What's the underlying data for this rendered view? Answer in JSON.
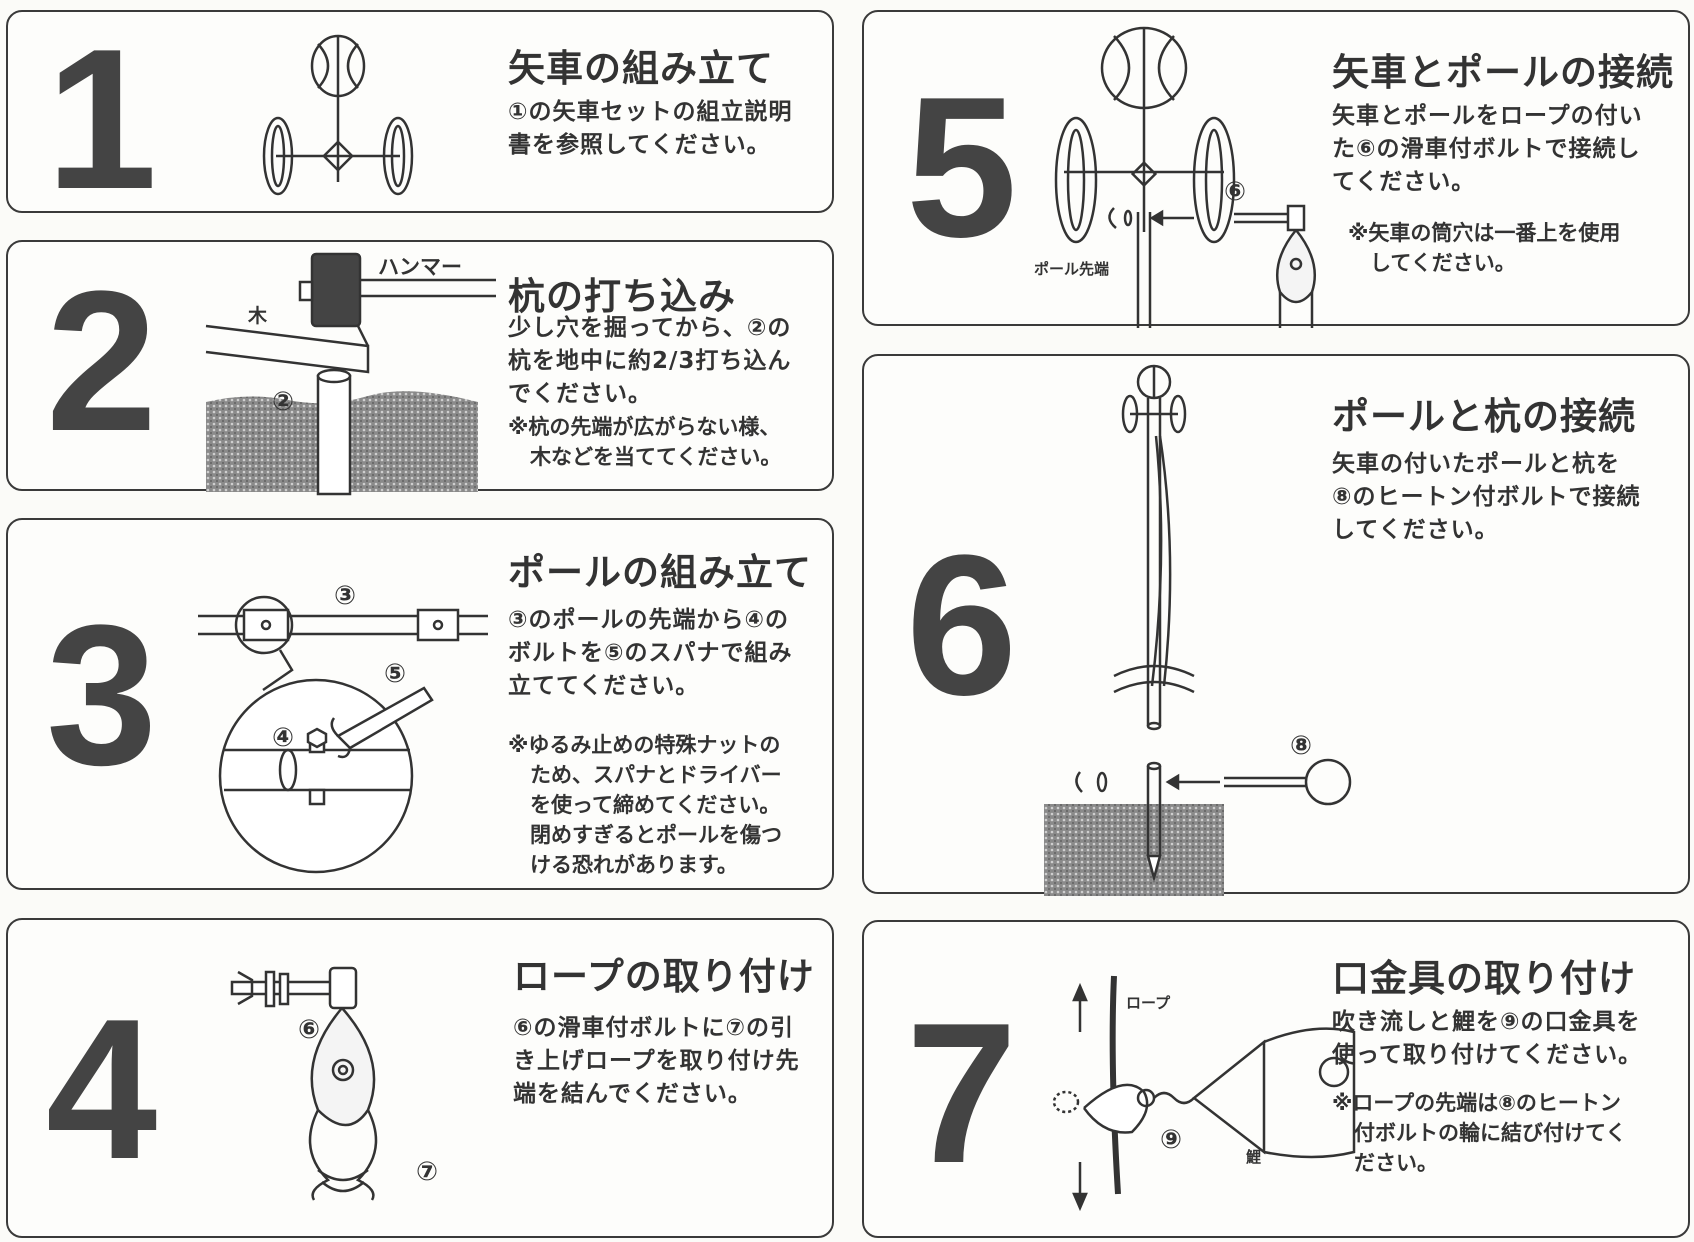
{
  "panels": [
    {
      "number": "1",
      "title": "矢車の組み立て",
      "body": [
        "①の矢車セットの組立説明",
        "書を参照してください。"
      ]
    },
    {
      "number": "2",
      "title": "杭の打ち込み",
      "body": [
        "少し穴を掘ってから、②の",
        "杭を地中に約2/3打ち込ん",
        "でください。"
      ],
      "note": [
        "※杭の先端が広がらない様、",
        "木などを当ててください。"
      ],
      "labels": {
        "hammer": "ハンマー",
        "wood": "木",
        "circle": "②"
      }
    },
    {
      "number": "3",
      "title": "ポールの組み立て",
      "body": [
        "③のポールの先端から④の",
        "ボルトを⑤のスパナで組み",
        "立ててください。"
      ],
      "note": [
        "※ゆるみ止めの特殊ナットの",
        "ため、スパナとドライバー",
        "を使って締めてください。",
        "閉めすぎるとポールを傷つ",
        "ける恐れがあります。"
      ],
      "labels": {
        "c3": "③",
        "c4": "④",
        "c5": "⑤"
      }
    },
    {
      "number": "4",
      "title": "ロープの取り付け",
      "body": [
        "⑥の滑車付ボルトに⑦の引",
        "き上げロープを取り付け先",
        "端を結んでください。"
      ],
      "labels": {
        "c6": "⑥",
        "c7": "⑦"
      }
    },
    {
      "number": "5",
      "title": "矢車とポールの接続",
      "body": [
        "矢車とポールをロープの付い",
        "た⑥の滑車付ボルトで接続し",
        "てください。"
      ],
      "note": [
        "※矢車の筒穴は一番上を使用",
        "してください。"
      ],
      "labels": {
        "pole_tip": "ポール先端",
        "c6": "⑥"
      }
    },
    {
      "number": "6",
      "title": "ポールと杭の接続",
      "body": [
        "矢車の付いたポールと杭を",
        "⑧のヒートン付ボルトで接続",
        "してください。"
      ],
      "labels": {
        "c8": "⑧"
      }
    },
    {
      "number": "7",
      "title": "口金具の取り付け",
      "body": [
        "吹き流しと鯉を⑨の口金具を",
        "使って取り付けてください。"
      ],
      "note": [
        "※ロープの先端は⑧のヒートン",
        "付ボルトの輪に結び付けてく",
        "ださい。"
      ],
      "labels": {
        "rope": "ロープ",
        "carp": "鯉",
        "c9": "⑨"
      }
    }
  ]
}
